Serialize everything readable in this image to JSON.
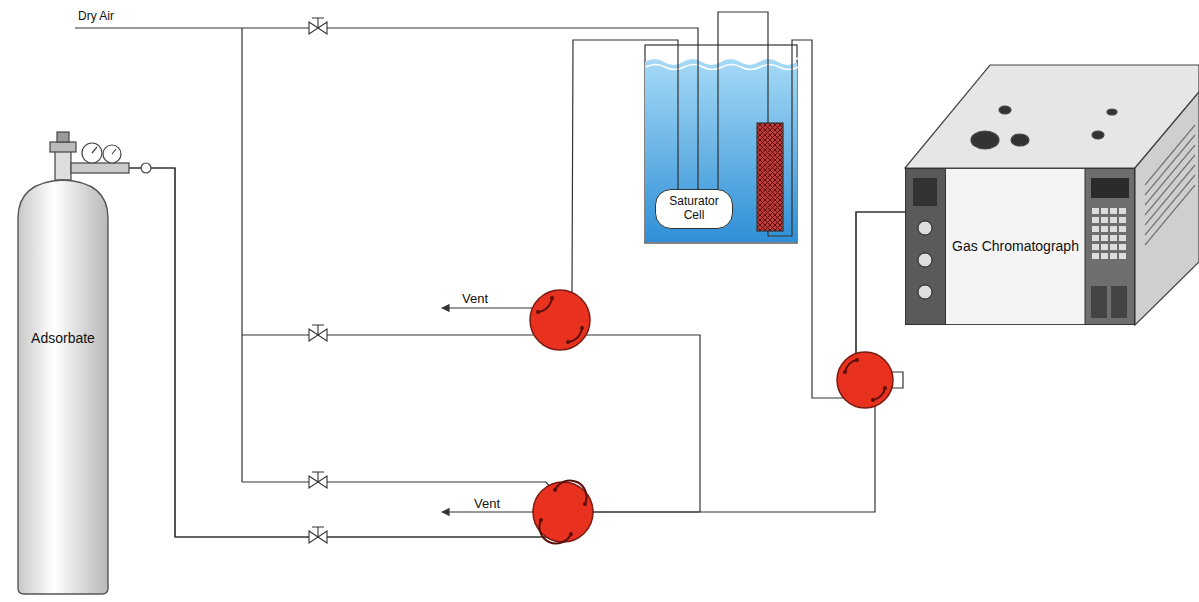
{
  "diagram": {
    "nodes": [
      {
        "text": [
          "Adsorbate"
        ]
      },
      {
        "text": [
          "Saturator Cell"
        ]
      },
      {
        "text": [
          "Gas Chromatograph"
        ]
      }
    ],
    "edges": [
      {
        "from": 0,
        "to": 1,
        "arrow": "none"
      },
      {
        "from": 1,
        "to": 2,
        "arrow": "none"
      },
      {
        "from": 0,
        "to": 2,
        "arrow": "none"
      }
    ],
    "labels": [
      "Dry Air",
      "Vent",
      "Vent"
    ]
  }
}
